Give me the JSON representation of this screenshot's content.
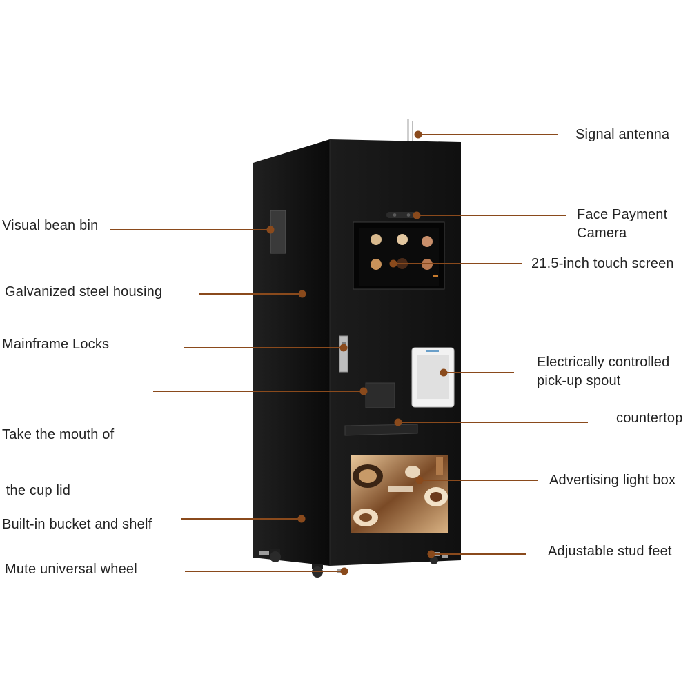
{
  "colors": {
    "leader_line": "#8a4a1c",
    "machine_body": "#141414",
    "machine_side": "#0c0c0c",
    "label_text": "#222222",
    "background": "#ffffff"
  },
  "labels_left": [
    {
      "id": "visual-bean-bin",
      "lines": [
        "Visual bean bin"
      ]
    },
    {
      "id": "galvanized-steel-housing",
      "lines": [
        "Galvanized steel housing"
      ]
    },
    {
      "id": "mainframe-locks",
      "lines": [
        "Mainframe Locks"
      ]
    },
    {
      "id": "cup-lid-mouth",
      "lines": [
        "Take the mouth of",
        " the cup lid"
      ]
    },
    {
      "id": "built-in-bucket-shelf",
      "lines": [
        "Built-in bucket and shelf"
      ]
    },
    {
      "id": "mute-universal-wheel",
      "lines": [
        "Mute universal wheel"
      ]
    }
  ],
  "labels_right": [
    {
      "id": "signal-antenna",
      "lines": [
        "Signal antenna"
      ]
    },
    {
      "id": "face-payment-camera",
      "lines": [
        "Face Payment",
        "Camera"
      ]
    },
    {
      "id": "touch-screen",
      "lines": [
        "21.5-inch touch screen"
      ]
    },
    {
      "id": "pickup-spout",
      "lines": [
        "Electrically controlled",
        "pick-up spout"
      ]
    },
    {
      "id": "countertop",
      "lines": [
        "countertop"
      ]
    },
    {
      "id": "advertising-light-box",
      "lines": [
        "Advertising light box"
      ]
    },
    {
      "id": "adjustable-stud-feet",
      "lines": [
        "Adjustable stud feet"
      ]
    }
  ]
}
